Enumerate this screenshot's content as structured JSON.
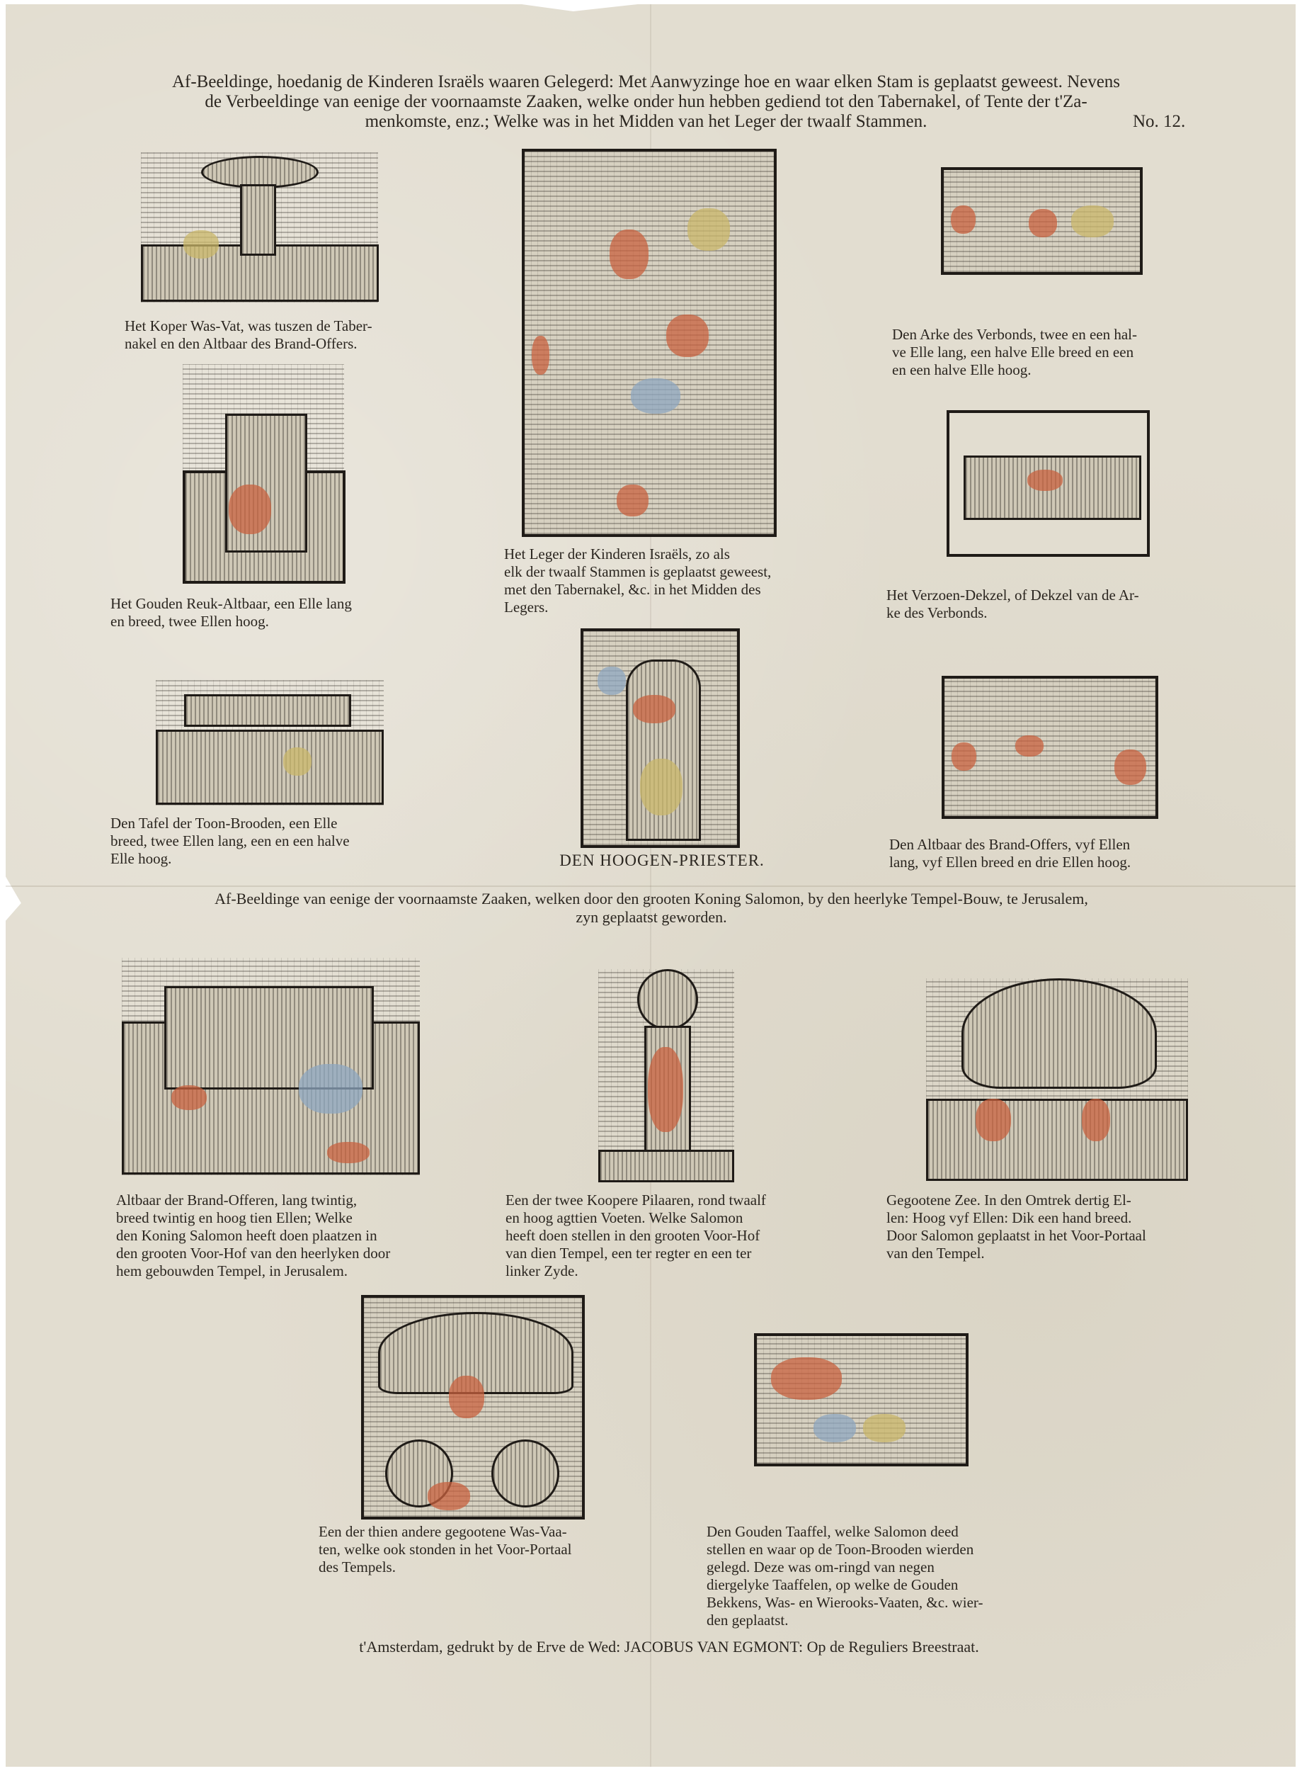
{
  "header": {
    "title": "Af-Beeldinge, hoedanig de Kinderen Israëls waaren Gelegerd: Met Aanwyzinge hoe en waar elken Stam is geplaatst geweest. Nevens\nde Verbeeldinge van eenige der voornaamste Zaaken, welke onder hun hebben gediend tot den Tabernakel, of Tente der t'Za-\nmenkomste, enz.; Welke was in het Midden van het Leger der twaalf Stammen.",
    "number": "No. 12."
  },
  "captions": {
    "wash_vat": "Het Koper Was-Vat, was tuszen de Taber-\nnakel en den Altbaar des Brand-Offers.",
    "camp": "Het Leger der Kinderen Israëls, zo als\nelk der twaalf Stammen is geplaatst geweest,\nmet den Tabernakel, &c. in het Midden des\nLegers.",
    "ark": "Den Arke des Verbonds, twee en een hal-\nve Elle lang, een halve Elle breed en een\nen een halve Elle hoog.",
    "incense_altar": "Het Gouden Reuk-Altbaar, een Elle lang\nen breed, twee Ellen hoog.",
    "mercy_seat": "Het Verzoen-Dekzel, of Dekzel van de Ar-\nke des Verbonds.",
    "table": "Den Tafel der Toon-Brooden, een Elle\nbreed, twee Ellen lang, een en een halve\nElle hoog.",
    "high_priest": "DEN HOOGEN-PRIESTER.",
    "burnt_altar": "Den Altbaar des Brand-Offers, vyf Ellen\nlang, vyf Ellen breed en drie Ellen hoog.",
    "section_heading": "Af-Beeldinge van eenige der voornaamste Zaaken, welken door den grooten Koning Salomon, by den heerlyke Tempel-Bouw, te Jerusalem,\nzyn geplaatst geworden.",
    "great_altar": "Altbaar der Brand-Offeren, lang twintig,\nbreed twintig en hoog tien Ellen; Welke\nden Koning Salomon heeft doen plaatzen in\nden grooten Voor-Hof van den heerlyken door\nhem gebouwden Tempel, in Jerusalem.",
    "pillar": "Een der twee Koopere Pilaaren, rond twaalf\nen hoog agttien Voeten. Welke Salomon\nheeft doen stellen in den grooten Voor-Hof\nvan dien Tempel, een ter regter en een ter\nlinker Zyde.",
    "sea": "Gegootene Zee. In den Omtrek dertig El-\nlen: Hoog vyf Ellen: Dik een hand breed.\nDoor Salomon geplaatst in het Voor-Portaal\nvan den Tempel.",
    "laver_cart": "Een der thien andere gegootene Was-Vaa-\nten, welke ook stonden in het Voor-Portaal\ndes Tempels.",
    "golden_table": "Den Gouden Taaffel, welke Salomon deed\nstellen en waar op de Toon-Brooden wierden\ngelegd. Deze was om-ringd van negen\ndiergelyke Taaffelen, op welke de Gouden\nBekkens, Was- en Wierooks-Vaaten, &c. wier-\nden geplaatst."
  },
  "imprint": "t'Amsterdam, gedrukt by de Erve de Wed: JACOBUS VAN EGMONT: Op de Reguliers Breestraat."
}
